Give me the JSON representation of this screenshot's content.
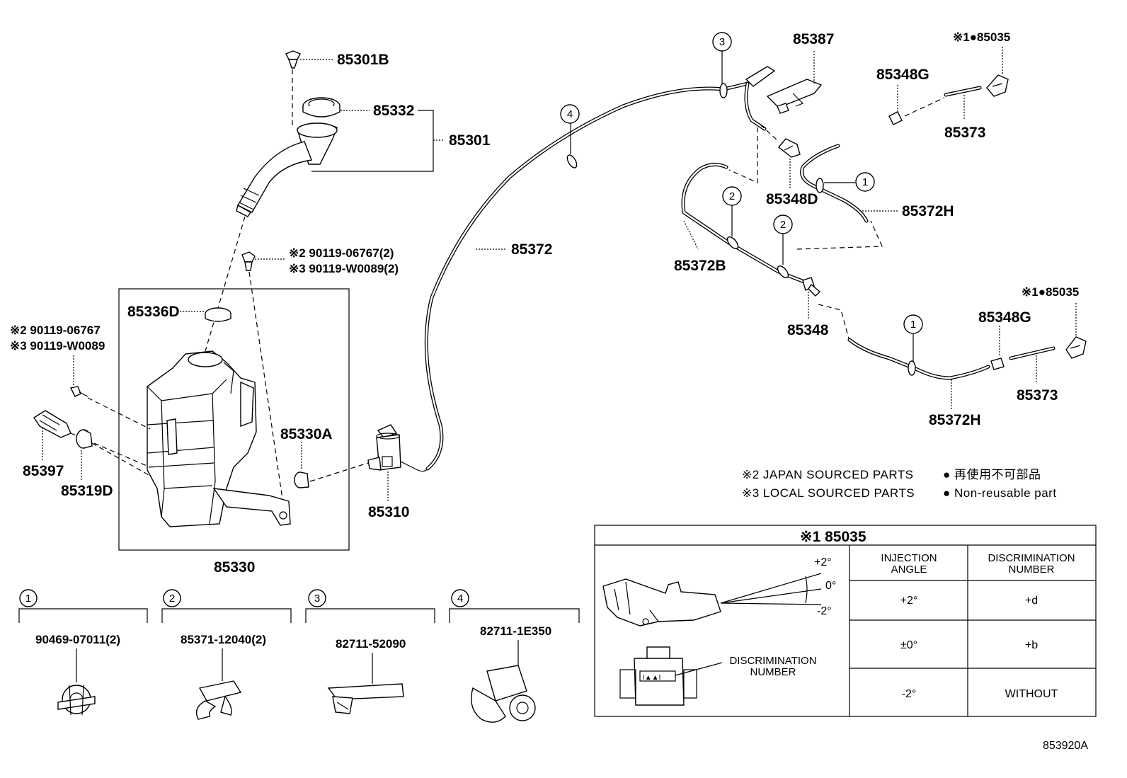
{
  "parts": {
    "p85301B": "85301B",
    "p85332": "85332",
    "p85301": "85301",
    "p85336D": "85336D",
    "bolt_jp": "※2 90119-06767(2)",
    "bolt_local": "※3 90119-W0089(2)",
    "bolt_jp_single": "※2 90119-06767",
    "bolt_local_single": "※3 90119-W0089",
    "p85397": "85397",
    "p85319D": "85319D",
    "p85330A": "85330A",
    "p85330": "85330",
    "p85310": "85310",
    "p85372": "85372",
    "p85387": "85387",
    "p85348D": "85348D",
    "p85372B": "85372B",
    "p85348": "85348",
    "p85348G_top": "85348G",
    "p85373_top": "85373",
    "p85372H_top": "85372H",
    "p85035_top": "※1●85035",
    "p85035_bottom": "※1●85035",
    "p85348G_bottom": "85348G",
    "p85373_bottom": "85373",
    "p85372H_bottom": "85372H"
  },
  "callouts": {
    "c1": "1",
    "c2": "2",
    "c3": "3",
    "c4": "4"
  },
  "legend": {
    "japan": "※2 JAPAN SOURCED PARTS",
    "local": "※3 LOCAL SOURCED PARTS",
    "nonreuse_jp": "● 再使用不可部品",
    "nonreuse_en": "● Non-reusable part"
  },
  "clips": [
    {
      "num": "1",
      "part": "90469-07011(2)"
    },
    {
      "num": "2",
      "part": "85371-12040(2)"
    },
    {
      "num": "3",
      "part": "82711-52090"
    },
    {
      "num": "4",
      "part": "82711-1E350"
    }
  ],
  "nozzle_table": {
    "title": "※1 85035",
    "angle_plus": "+2°",
    "angle_zero": "0°",
    "angle_minus": "-2°",
    "disc_label_1": "DISCRIMINATION",
    "disc_label_2": "NUMBER",
    "head_injection_1": "INJECTION",
    "head_injection_2": "ANGLE",
    "head_disc_1": "DISCRIMINATION",
    "head_disc_2": "NUMBER",
    "rows": [
      {
        "angle": "+2°",
        "disc": "+d"
      },
      {
        "angle": "±0°",
        "disc": "+b"
      },
      {
        "angle": "-2°",
        "disc": "WITHOUT"
      }
    ]
  },
  "figure_id": "853920A"
}
